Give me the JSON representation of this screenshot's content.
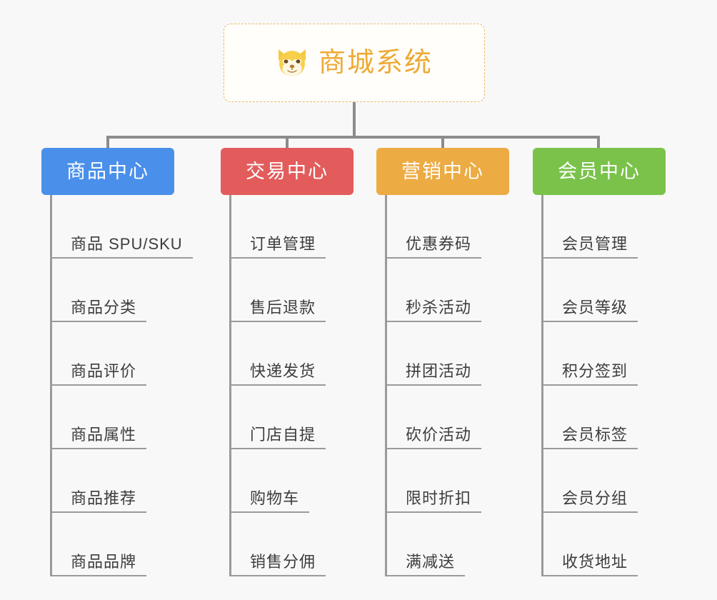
{
  "background_color": "#f8f8f8",
  "root": {
    "title": "商城系统",
    "icon": "shiba-dog-icon",
    "text_color": "#eeaa34",
    "border_color": "#e9b96a",
    "background": "#fffefb"
  },
  "connector_color": "#8c8c8c",
  "columns": [
    {
      "name": "product-center",
      "label": "商品中心",
      "color": "#4a90ea",
      "items": [
        "商品 SPU/SKU",
        "商品分类",
        "商品评价",
        "商品属性",
        "商品推荐",
        "商品品牌"
      ]
    },
    {
      "name": "trade-center",
      "label": "交易中心",
      "color": "#e35c5c",
      "items": [
        "订单管理",
        "售后退款",
        "快递发货",
        "门店自提",
        "购物车",
        "销售分佣"
      ]
    },
    {
      "name": "marketing-center",
      "label": "营销中心",
      "color": "#ecab43",
      "items": [
        "优惠券码",
        "秒杀活动",
        "拼团活动",
        "砍价活动",
        "限时折扣",
        "满减送"
      ]
    },
    {
      "name": "member-center",
      "label": "会员中心",
      "color": "#7ac24a",
      "items": [
        "会员管理",
        "会员等级",
        "积分签到",
        "会员标签",
        "会员分组",
        "收货地址"
      ]
    }
  ]
}
